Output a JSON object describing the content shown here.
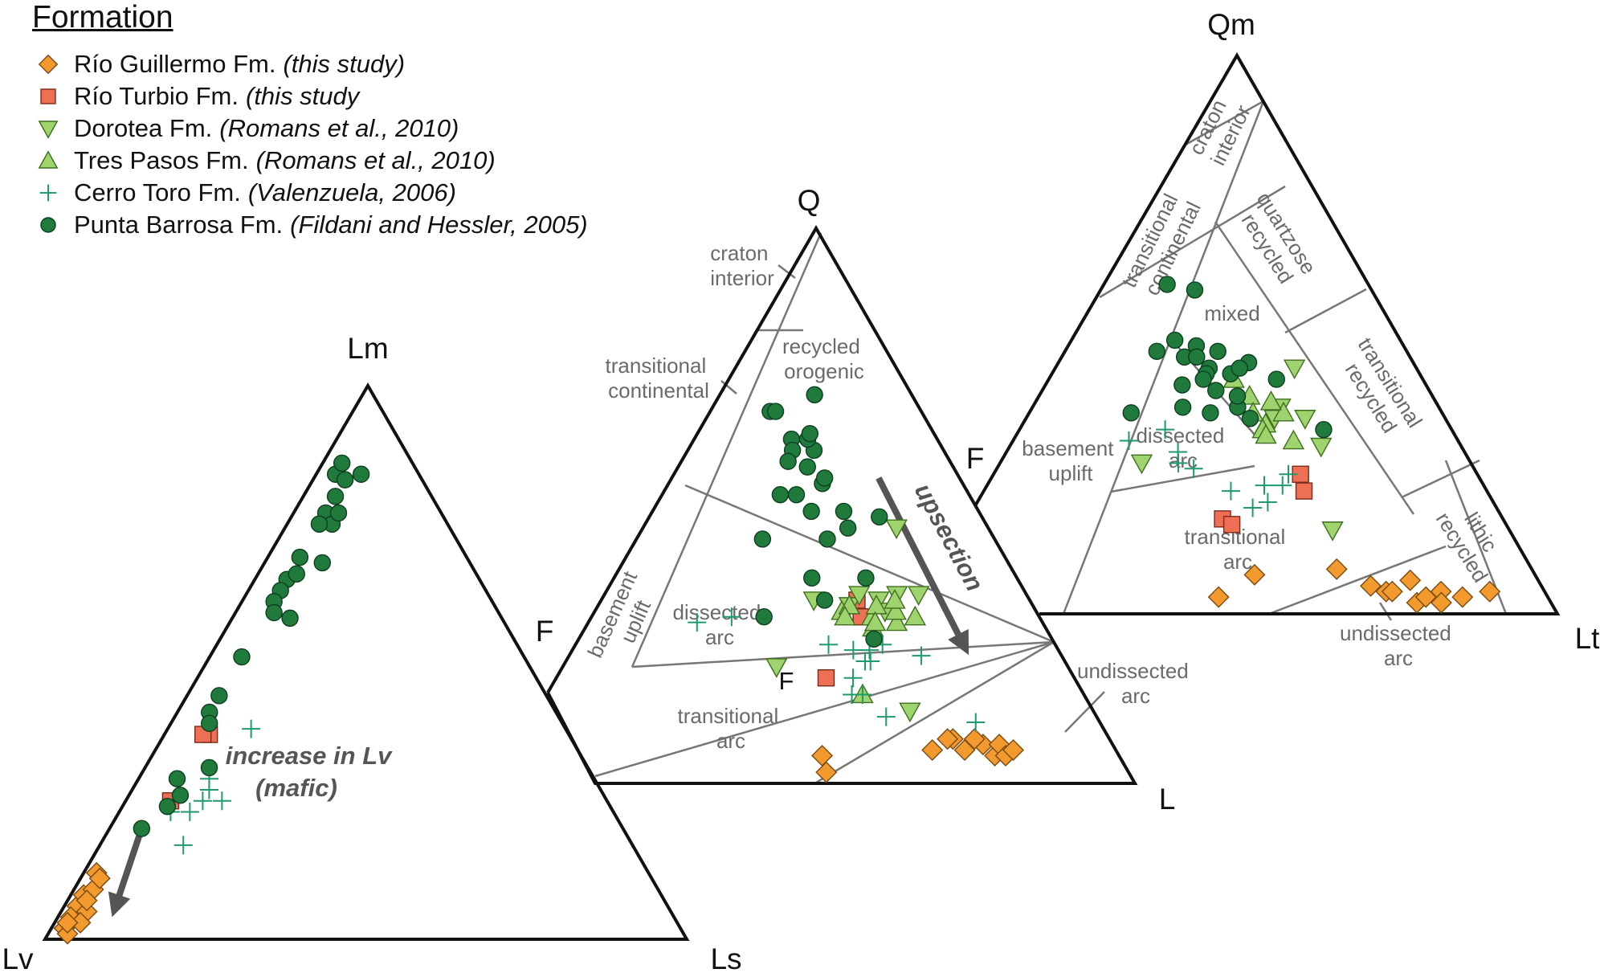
{
  "legend": {
    "title": "Formation",
    "items": [
      {
        "key": "rio_guillermo",
        "name": "Río Guillermo Fm.",
        "source": "(this study)",
        "marker": "diamond",
        "fill": "#f39a2e",
        "stroke": "#7a4a10"
      },
      {
        "key": "rio_turbio",
        "name": "Río Turbio Fm.",
        "source": "(this study",
        "marker": "square",
        "fill": "#ef6f55",
        "stroke": "#7a2a1a"
      },
      {
        "key": "dorotea",
        "name": "Dorotea Fm.",
        "source": "(Romans et al., 2010)",
        "marker": "triangle-down",
        "fill": "#9ed36e",
        "stroke": "#3e6e1e"
      },
      {
        "key": "tres_pasos",
        "name": "Tres Pasos Fm.",
        "source": "(Romans et al., 2010)",
        "marker": "triangle-up",
        "fill": "#9ed36e",
        "stroke": "#3e6e1e"
      },
      {
        "key": "cerro_toro",
        "name": "Cerro Toro Fm.",
        "source": "(Valenzuela, 2006)",
        "marker": "plus",
        "fill": "none",
        "stroke": "#1f9a6a"
      },
      {
        "key": "punta_barrosa",
        "name": "Punta Barrosa Fm.",
        "source": "(Fildani and Hessler, 2005)",
        "marker": "circle",
        "fill": "#1f7a3c",
        "stroke": "#0c3f1e"
      }
    ]
  },
  "colors": {
    "frame": "#111111",
    "field_line": "#777777",
    "field_label": "#6a6a6a",
    "arrow": "#555555"
  },
  "chart_data": [
    {
      "type": "ternary",
      "apices": {
        "top": "Lm",
        "left": "Lv",
        "right": "Ls"
      },
      "annotations": [
        {
          "text": "increase in Lv",
          "italic": true,
          "bold": true
        },
        {
          "text": "(mafic)",
          "italic": true,
          "bold": true
        }
      ],
      "arrow": {
        "from": [
          0.2,
          0.75,
          0.05
        ],
        "to": [
          0.06,
          0.86,
          0.08
        ]
      },
      "series": {
        "rio_guillermo": [
          [
            0.06,
            0.92,
            0.02
          ],
          [
            0.04,
            0.94,
            0.02
          ],
          [
            0.02,
            0.96,
            0.02
          ],
          [
            0.08,
            0.9,
            0.02
          ],
          [
            0.12,
            0.86,
            0.02
          ],
          [
            0.09,
            0.88,
            0.03
          ],
          [
            0.05,
            0.91,
            0.04
          ],
          [
            0.03,
            0.93,
            0.04
          ],
          [
            0.01,
            0.96,
            0.03
          ],
          [
            0.07,
            0.9,
            0.03
          ],
          [
            0.11,
            0.86,
            0.03
          ],
          [
            0.03,
            0.95,
            0.02
          ]
        ],
        "rio_turbio": [
          [
            0.37,
            0.56,
            0.07
          ],
          [
            0.25,
            0.68,
            0.07
          ],
          [
            0.37,
            0.57,
            0.06
          ]
        ],
        "cerro_toro": [
          [
            0.38,
            0.49,
            0.13
          ],
          [
            0.29,
            0.6,
            0.11
          ],
          [
            0.23,
            0.69,
            0.08
          ],
          [
            0.23,
            0.66,
            0.11
          ],
          [
            0.25,
            0.63,
            0.12
          ],
          [
            0.17,
            0.7,
            0.13
          ],
          [
            0.27,
            0.61,
            0.12
          ],
          [
            0.25,
            0.6,
            0.15
          ]
        ],
        "punta_barrosa": [
          [
            0.84,
            0.13,
            0.03
          ],
          [
            0.86,
            0.11,
            0.03
          ],
          [
            0.83,
            0.12,
            0.05
          ],
          [
            0.77,
            0.18,
            0.05
          ],
          [
            0.8,
            0.15,
            0.05
          ],
          [
            0.75,
            0.18,
            0.07
          ],
          [
            0.77,
            0.16,
            0.07
          ],
          [
            0.75,
            0.2,
            0.05
          ],
          [
            0.65,
            0.3,
            0.05
          ],
          [
            0.69,
            0.26,
            0.05
          ],
          [
            0.66,
            0.28,
            0.06
          ],
          [
            0.63,
            0.32,
            0.05
          ],
          [
            0.61,
            0.34,
            0.05
          ],
          [
            0.59,
            0.35,
            0.06
          ],
          [
            0.51,
            0.44,
            0.05
          ],
          [
            0.44,
            0.51,
            0.05
          ],
          [
            0.41,
            0.54,
            0.05
          ],
          [
            0.39,
            0.55,
            0.06
          ],
          [
            0.29,
            0.65,
            0.06
          ],
          [
            0.26,
            0.66,
            0.08
          ],
          [
            0.24,
            0.69,
            0.07
          ],
          [
            0.2,
            0.75,
            0.05
          ],
          [
            0.31,
            0.59,
            0.1
          ],
          [
            0.84,
            0.09,
            0.07
          ],
          [
            0.58,
            0.33,
            0.09
          ],
          [
            0.68,
            0.23,
            0.09
          ]
        ]
      }
    },
    {
      "type": "ternary",
      "apices": {
        "top": "Q",
        "left": "F",
        "right": "L"
      },
      "inner_label": "F",
      "fields": [
        "craton interior",
        "transitional continental",
        "recycled orogenic",
        "basement uplift",
        "dissected arc",
        "transitional arc",
        "undissected arc"
      ],
      "arrow_label": "upsection",
      "arrow": {
        "from": [
          0.55,
          0.15,
          0.3
        ],
        "to": [
          0.25,
          0.17,
          0.58
        ]
      },
      "series": {
        "rio_guillermo": [
          [
            0.05,
            0.55,
            0.4
          ],
          [
            0.06,
            0.34,
            0.6
          ],
          [
            0.08,
            0.29,
            0.63
          ],
          [
            0.08,
            0.3,
            0.62
          ],
          [
            0.06,
            0.28,
            0.66
          ],
          [
            0.07,
            0.24,
            0.69
          ],
          [
            0.05,
            0.23,
            0.72
          ],
          [
            0.07,
            0.21,
            0.72
          ],
          [
            0.05,
            0.21,
            0.74
          ],
          [
            0.06,
            0.19,
            0.75
          ],
          [
            0.02,
            0.56,
            0.42
          ],
          [
            0.08,
            0.25,
            0.67
          ]
        ],
        "rio_turbio": [
          [
            0.33,
            0.32,
            0.35
          ],
          [
            0.3,
            0.33,
            0.37
          ],
          [
            0.19,
            0.46,
            0.35
          ]
        ],
        "dorotea": [
          [
            0.33,
            0.4,
            0.27
          ],
          [
            0.32,
            0.34,
            0.34
          ],
          [
            0.33,
            0.28,
            0.39
          ],
          [
            0.34,
            0.31,
            0.35
          ],
          [
            0.21,
            0.54,
            0.25
          ],
          [
            0.13,
            0.34,
            0.53
          ],
          [
            0.46,
            0.17,
            0.37
          ],
          [
            0.34,
            0.24,
            0.42
          ],
          [
            0.31,
            0.28,
            0.41
          ],
          [
            0.34,
            0.2,
            0.46
          ]
        ],
        "tres_pasos": [
          [
            0.31,
            0.36,
            0.33
          ],
          [
            0.32,
            0.34,
            0.34
          ],
          [
            0.3,
            0.36,
            0.34
          ],
          [
            0.28,
            0.32,
            0.4
          ],
          [
            0.3,
            0.31,
            0.39
          ],
          [
            0.32,
            0.29,
            0.39
          ],
          [
            0.29,
            0.27,
            0.44
          ],
          [
            0.31,
            0.26,
            0.43
          ],
          [
            0.3,
            0.23,
            0.47
          ],
          [
            0.33,
            0.25,
            0.42
          ],
          [
            0.16,
            0.41,
            0.43
          ],
          [
            0.29,
            0.31,
            0.4
          ]
        ],
        "cerro_toro": [
          [
            0.25,
            0.42,
            0.33
          ],
          [
            0.24,
            0.38,
            0.38
          ],
          [
            0.19,
            0.41,
            0.4
          ],
          [
            0.24,
            0.35,
            0.41
          ],
          [
            0.29,
            0.64,
            0.07
          ],
          [
            0.3,
            0.57,
            0.13
          ],
          [
            0.25,
            0.32,
            0.43
          ],
          [
            0.16,
            0.43,
            0.41
          ],
          [
            0.16,
            0.41,
            0.43
          ],
          [
            0.22,
            0.37,
            0.41
          ],
          [
            0.22,
            0.36,
            0.42
          ],
          [
            0.12,
            0.39,
            0.49
          ],
          [
            0.23,
            0.26,
            0.51
          ],
          [
            0.11,
            0.23,
            0.66
          ]
        ],
        "punta_barrosa": [
          [
            0.67,
            0.28,
            0.05
          ],
          [
            0.67,
            0.27,
            0.06
          ],
          [
            0.7,
            0.18,
            0.12
          ],
          [
            0.62,
            0.27,
            0.11
          ],
          [
            0.6,
            0.28,
            0.12
          ],
          [
            0.6,
            0.24,
            0.16
          ],
          [
            0.57,
            0.27,
            0.16
          ],
          [
            0.54,
            0.26,
            0.2
          ],
          [
            0.49,
            0.31,
            0.2
          ],
          [
            0.46,
            0.26,
            0.28
          ],
          [
            0.49,
            0.25,
            0.26
          ],
          [
            0.52,
            0.35,
            0.13
          ],
          [
            0.44,
            0.43,
            0.13
          ],
          [
            0.37,
            0.38,
            0.25
          ],
          [
            0.3,
            0.51,
            0.19
          ],
          [
            0.33,
            0.38,
            0.29
          ],
          [
            0.48,
            0.19,
            0.33
          ],
          [
            0.26,
            0.33,
            0.41
          ],
          [
            0.62,
            0.24,
            0.14
          ],
          [
            0.37,
            0.28,
            0.35
          ],
          [
            0.44,
            0.31,
            0.25
          ],
          [
            0.52,
            0.32,
            0.16
          ],
          [
            0.58,
            0.3,
            0.12
          ],
          [
            0.55,
            0.25,
            0.2
          ],
          [
            0.63,
            0.23,
            0.14
          ]
        ]
      }
    },
    {
      "type": "ternary",
      "apices": {
        "top": "Qm",
        "left": "F",
        "right": "Lt"
      },
      "fields": [
        "craton interior",
        "transitional continental",
        "quartzose recycled",
        "mixed",
        "transitional recycled",
        "basement uplift",
        "dissected arc",
        "transitional arc",
        "lithic recycled",
        "undissected arc"
      ],
      "series": {
        "rio_guillermo": [
          [
            0.07,
            0.46,
            0.47
          ],
          [
            0.03,
            0.54,
            0.43
          ],
          [
            0.08,
            0.32,
            0.6
          ],
          [
            0.05,
            0.28,
            0.67
          ],
          [
            0.04,
            0.26,
            0.7
          ],
          [
            0.04,
            0.25,
            0.71
          ],
          [
            0.06,
            0.21,
            0.73
          ],
          [
            0.02,
            0.22,
            0.76
          ],
          [
            0.03,
            0.2,
            0.77
          ],
          [
            0.04,
            0.17,
            0.79
          ],
          [
            0.02,
            0.18,
            0.8
          ],
          [
            0.03,
            0.14,
            0.83
          ],
          [
            0.04,
            0.09,
            0.87
          ]
        ],
        "rio_turbio": [
          [
            0.17,
            0.46,
            0.37
          ],
          [
            0.16,
            0.45,
            0.39
          ],
          [
            0.25,
            0.29,
            0.46
          ],
          [
            0.22,
            0.3,
            0.48
          ]
        ],
        "dorotea": [
          [
            0.27,
            0.54,
            0.19
          ],
          [
            0.44,
            0.2,
            0.36
          ],
          [
            0.37,
            0.26,
            0.37
          ],
          [
            0.35,
            0.23,
            0.42
          ],
          [
            0.35,
            0.28,
            0.37
          ],
          [
            0.15,
            0.29,
            0.56
          ],
          [
            0.3,
            0.23,
            0.47
          ]
        ],
        "tres_pasos": [
          [
            0.42,
            0.31,
            0.27
          ],
          [
            0.39,
            0.3,
            0.31
          ],
          [
            0.36,
            0.31,
            0.33
          ],
          [
            0.34,
            0.3,
            0.36
          ],
          [
            0.33,
            0.31,
            0.36
          ],
          [
            0.36,
            0.26,
            0.38
          ],
          [
            0.32,
            0.31,
            0.37
          ],
          [
            0.31,
            0.27,
            0.42
          ],
          [
            0.38,
            0.27,
            0.35
          ]
        ],
        "cerro_toro": [
          [
            0.31,
            0.54,
            0.15
          ],
          [
            0.29,
            0.47,
            0.24
          ],
          [
            0.26,
            0.46,
            0.28
          ],
          [
            0.27,
            0.48,
            0.25
          ],
          [
            0.22,
            0.42,
            0.36
          ],
          [
            0.19,
            0.4,
            0.41
          ],
          [
            0.2,
            0.37,
            0.43
          ],
          [
            0.23,
            0.33,
            0.44
          ],
          [
            0.25,
            0.31,
            0.44
          ],
          [
            0.33,
            0.47,
            0.2
          ],
          [
            0.23,
            0.36,
            0.41
          ]
        ],
        "punta_barrosa": [
          [
            0.59,
            0.33,
            0.08
          ],
          [
            0.58,
            0.29,
            0.13
          ],
          [
            0.47,
            0.41,
            0.12
          ],
          [
            0.45,
            0.27,
            0.28
          ],
          [
            0.46,
            0.37,
            0.17
          ],
          [
            0.49,
            0.37,
            0.14
          ],
          [
            0.48,
            0.34,
            0.18
          ],
          [
            0.47,
            0.31,
            0.22
          ],
          [
            0.46,
            0.35,
            0.19
          ],
          [
            0.44,
            0.34,
            0.22
          ],
          [
            0.43,
            0.35,
            0.22
          ],
          [
            0.41,
            0.4,
            0.19
          ],
          [
            0.4,
            0.35,
            0.25
          ],
          [
            0.42,
            0.36,
            0.22
          ],
          [
            0.43,
            0.31,
            0.26
          ],
          [
            0.44,
            0.29,
            0.27
          ],
          [
            0.36,
            0.51,
            0.13
          ],
          [
            0.36,
            0.38,
            0.26
          ],
          [
            0.33,
            0.21,
            0.46
          ],
          [
            0.37,
            0.33,
            0.3
          ],
          [
            0.35,
            0.32,
            0.33
          ],
          [
            0.42,
            0.24,
            0.34
          ],
          [
            0.39,
            0.32,
            0.29
          ],
          [
            0.37,
            0.42,
            0.21
          ]
        ]
      }
    }
  ]
}
